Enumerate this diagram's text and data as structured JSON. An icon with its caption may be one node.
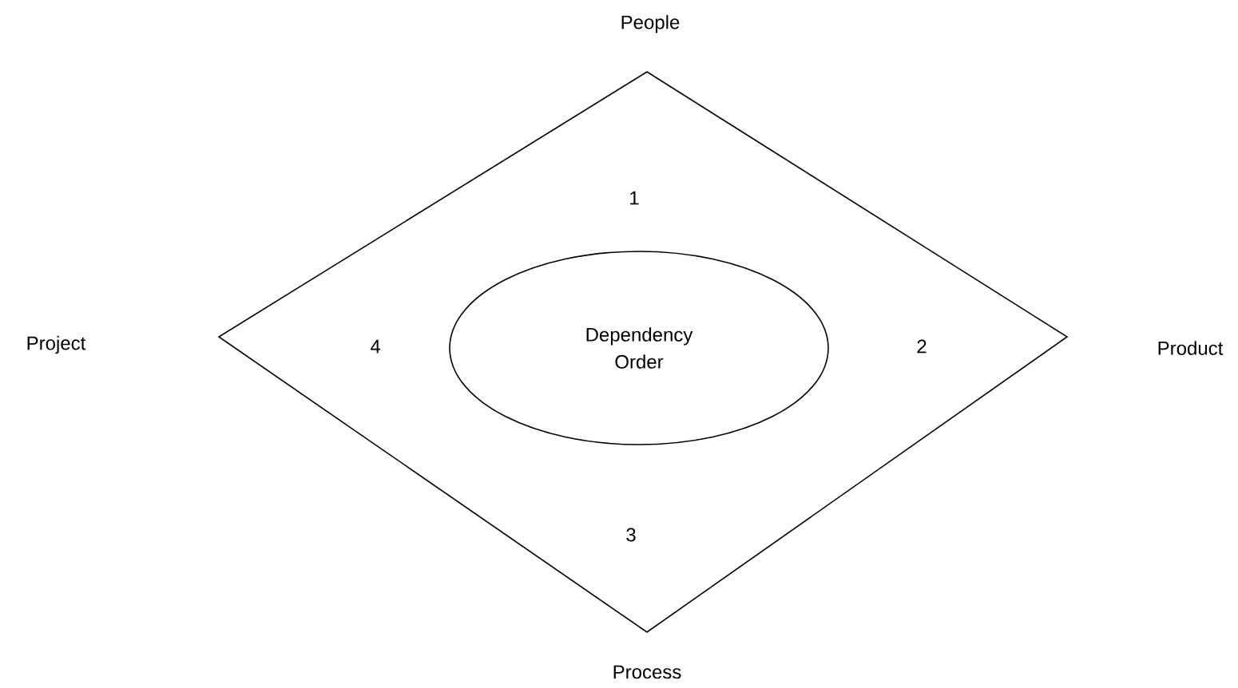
{
  "diagram": {
    "nodes": [
      {
        "text": [
          "1",
          "2",
          "3",
          "4"
        ]
      },
      {
        "text": [
          "Dependency Order"
        ],
        "in": 0
      }
    ],
    "edges": [],
    "labels": [
      "People",
      "Project",
      "Product",
      "Process"
    ]
  }
}
